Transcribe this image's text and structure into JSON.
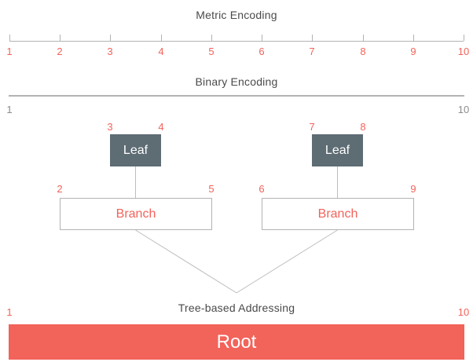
{
  "colors": {
    "accent_red": "#f2635a",
    "leaf_slate": "#5e6c74",
    "line_gray": "#b3b3b3",
    "title_gray": "#4a4a4a",
    "muted_gray": "#8c8c8c"
  },
  "metric": {
    "title": "Metric Encoding",
    "labels": [
      "1",
      "2",
      "3",
      "4",
      "5",
      "6",
      "7",
      "8",
      "9",
      "10"
    ]
  },
  "binary": {
    "title": "Binary Encoding",
    "start_label": "1",
    "end_label": "10"
  },
  "tree": {
    "title": "Tree-based Addressing",
    "leaves": [
      {
        "label": "Leaf",
        "start": "3",
        "end": "4"
      },
      {
        "label": "Leaf",
        "start": "7",
        "end": "8"
      }
    ],
    "branches": [
      {
        "label": "Branch",
        "start": "2",
        "end": "5"
      },
      {
        "label": "Branch",
        "start": "6",
        "end": "9"
      }
    ],
    "root": {
      "label": "Root",
      "start": "1",
      "end": "10"
    }
  }
}
